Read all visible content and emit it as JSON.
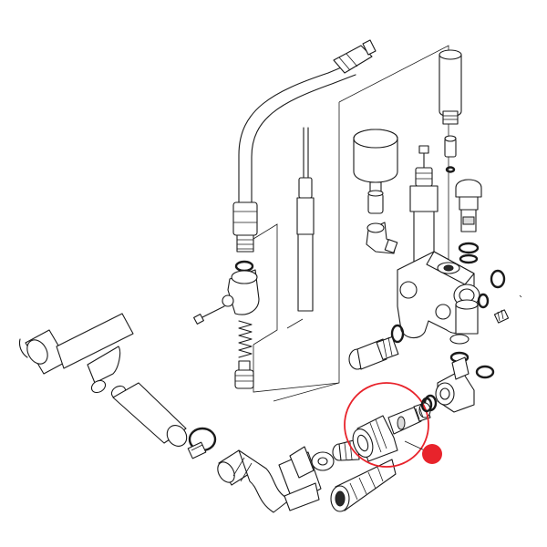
{
  "highlight": {
    "circle_color": "#e8232b",
    "marker_color": "#e8232b"
  },
  "parts": [
    {
      "id": "high-pressure-hose"
    },
    {
      "id": "lance-rod"
    },
    {
      "id": "accumulator"
    },
    {
      "id": "pressure-switch"
    },
    {
      "id": "unloader-valve-body"
    },
    {
      "id": "inlet-hose"
    },
    {
      "id": "inlet-fitting"
    },
    {
      "id": "highlighted-connector"
    },
    {
      "id": "filter-strainer"
    }
  ]
}
